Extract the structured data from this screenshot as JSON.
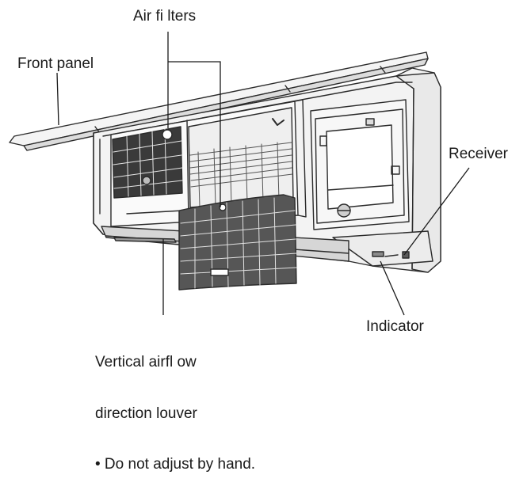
{
  "labels": {
    "air_filters": "Air fi lters",
    "front_panel": "Front panel",
    "receiver": "Receiver",
    "indicator": "Indicator",
    "louver_line1": "Vertical airfl ow",
    "louver_line2": "direction louver",
    "louver_note": "• Do not adjust by hand."
  },
  "colors": {
    "line": "#2b2b2b",
    "body_fill": "#f2f2f2",
    "shadow_fill": "#d6d6d6",
    "dark_fill": "#3a3a3a",
    "filter_fill": "#5a5a5a"
  }
}
